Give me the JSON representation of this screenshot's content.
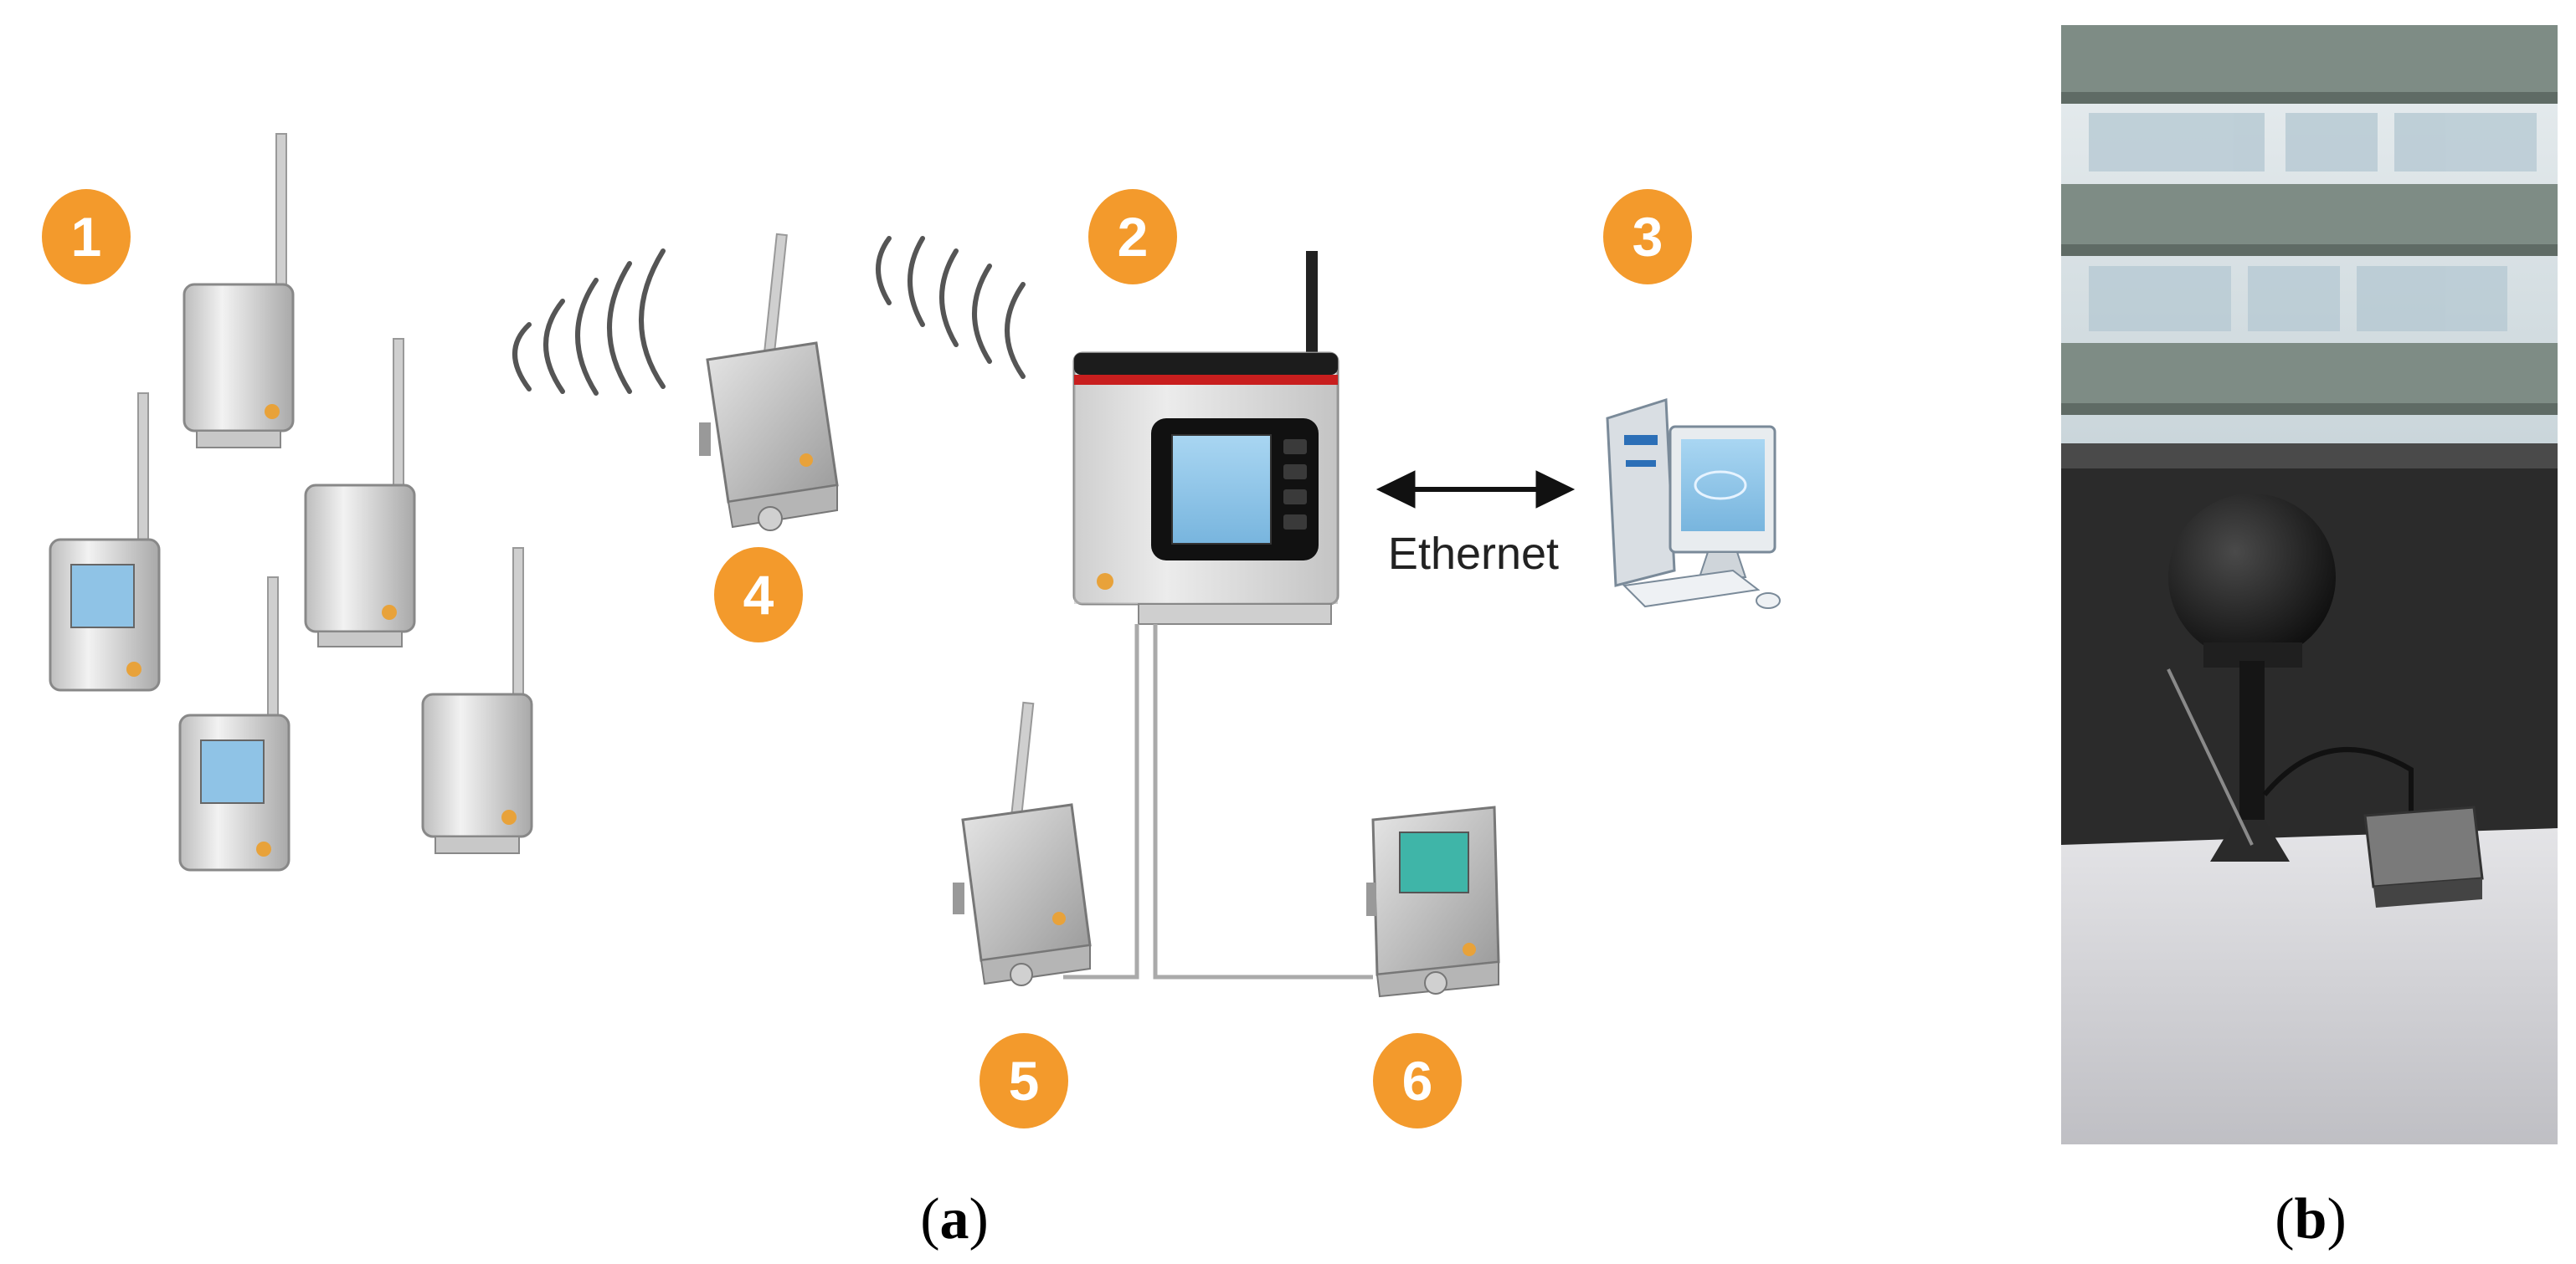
{
  "badges": [
    "1",
    "2",
    "3",
    "4",
    "5",
    "6"
  ],
  "connection_label": "Ethernet",
  "captions": {
    "a_open": "(",
    "a_letter": "a",
    "a_close": ")",
    "b_open": "(",
    "b_letter": "b",
    "b_close": ")"
  },
  "colors": {
    "badge": "#f39a2c",
    "device_body": "#d8d8d8",
    "device_display": "#8fc3e6",
    "device_display_green": "#3fb5a8",
    "device_accent": "#e8a23a",
    "base_red": "#c81e1e",
    "globe": "#1c1c1c",
    "room_dark": "#2b2b2b",
    "table": "#d9d9dc"
  },
  "icons": [
    "wireless-sensor-icon",
    "radio-wave-icon",
    "router-icon",
    "base-station-icon",
    "computer-icon",
    "double-arrow-icon"
  ]
}
